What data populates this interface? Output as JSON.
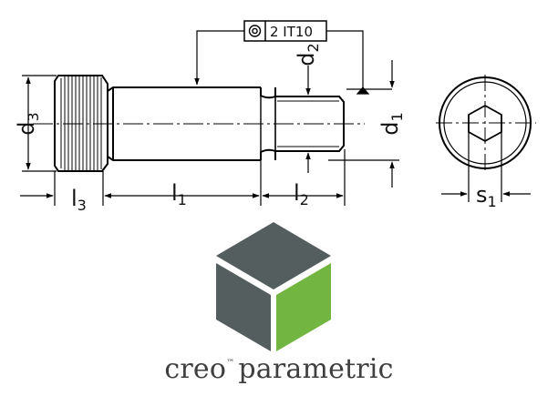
{
  "drawing": {
    "tolerance_label": "2 IT10",
    "dimensions": {
      "d3": {
        "base": "d",
        "sub": "3"
      },
      "d2": {
        "base": "d",
        "sub": "2"
      },
      "d1": {
        "base": "d",
        "sub": "1"
      },
      "l3": {
        "base": "l",
        "sub": "3"
      },
      "l1": {
        "base": "l",
        "sub": "1"
      },
      "l2": {
        "base": "l",
        "sub": "2"
      },
      "s1": {
        "base": "s",
        "sub": "1"
      }
    }
  },
  "logo": {
    "brand": "creo",
    "trademark": "™",
    "product": "parametric",
    "colors": {
      "gray": "#545e5e",
      "green": "#72b641"
    }
  }
}
